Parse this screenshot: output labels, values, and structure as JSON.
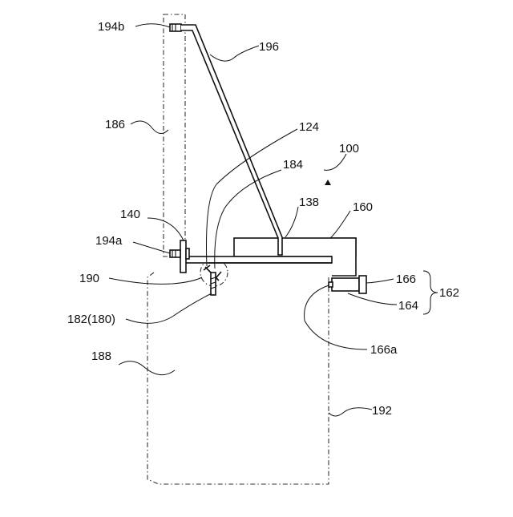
{
  "labels": {
    "l194b": "194b",
    "l196": "196",
    "l186": "186",
    "l124": "124",
    "l100": "100",
    "l184": "184",
    "l138": "138",
    "l160": "160",
    "l140": "140",
    "l194a": "194a",
    "l190": "190",
    "l166": "166",
    "l162": "162",
    "l164": "164",
    "l182": "182(180)",
    "l166a": "166a",
    "l188": "188",
    "l192": "192"
  },
  "colors": {
    "ink": "#111111",
    "background": "#ffffff"
  }
}
